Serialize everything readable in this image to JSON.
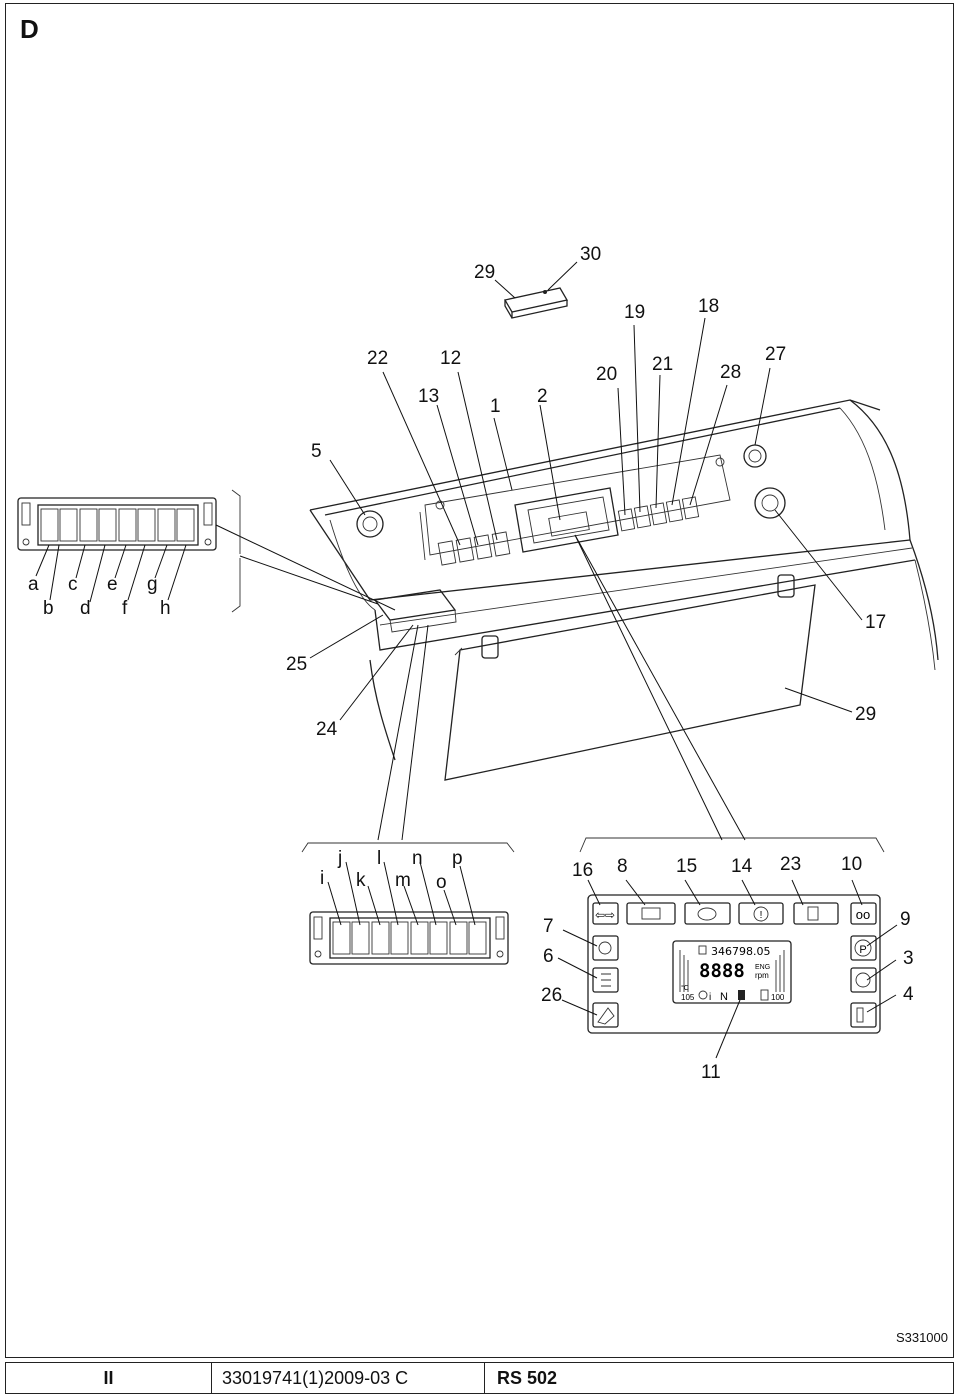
{
  "section_letter": "D",
  "reference_code": "S331000",
  "footer": {
    "chapter": "II",
    "doc_number": "33019741(1)2009-03 C",
    "model": "RS 502"
  },
  "labels": {
    "l29a": "29",
    "l30": "30",
    "l19": "19",
    "l18": "18",
    "l22": "22",
    "l12": "12",
    "l20": "20",
    "l21": "21",
    "l27": "27",
    "l28": "28",
    "l13": "13",
    "l1": "1",
    "l2": "2",
    "l5": "5",
    "la": "a",
    "lc": "c",
    "le": "e",
    "lg": "g",
    "lb": "b",
    "ld": "d",
    "lf": "f",
    "lh": "h",
    "l17": "17",
    "l25": "25",
    "l24": "24",
    "l29b": "29",
    "lj": "j",
    "ll": "l",
    "ln": "n",
    "lp": "p",
    "li": "i",
    "lk": "k",
    "lm": "m",
    "lo": "o",
    "l16": "16",
    "l8": "8",
    "l15": "15",
    "l14": "14",
    "l23": "23",
    "l10": "10",
    "l7": "7",
    "l9": "9",
    "l6": "6",
    "l3": "3",
    "l26": "26",
    "l4": "4",
    "l11": "11"
  },
  "display": {
    "hours": "346798.05",
    "rpm_digits": "8888",
    "eng": "ENG",
    "rpm": "rpm",
    "temp_unit": "°C",
    "temp_max": "105",
    "gear": "N",
    "fuel_max": "100"
  }
}
